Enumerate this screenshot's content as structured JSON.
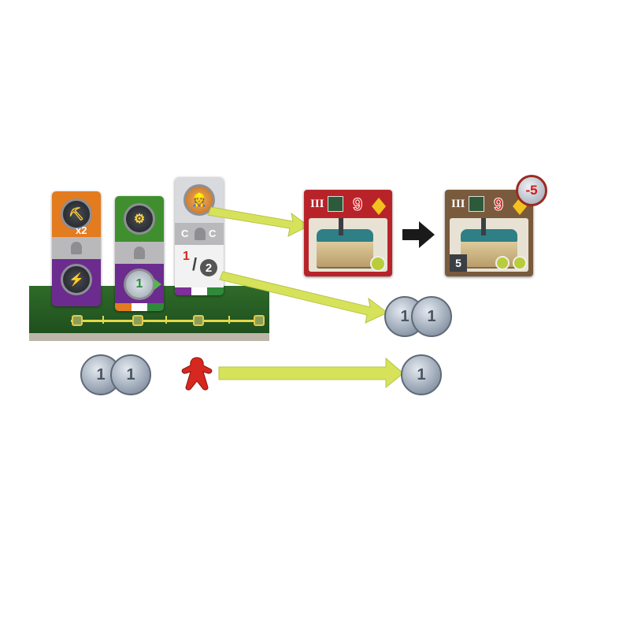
{
  "colors": {
    "arrow_yellow": "#d6e35a",
    "arrow_black": "#1a1a1a",
    "board_green": "#2f6b2a",
    "tile_red": "#b8232a",
    "tile_brown": "#7a5a3c",
    "meeple_red": "#d6281e"
  },
  "worker_cards": [
    {
      "top_icon": "pickaxe-icon",
      "multiplier": "x2",
      "bottom_icon": "lightning-icon",
      "stripe_colors": [
        "#7d2f9a",
        "#7d2f9a",
        "#7d2f9a"
      ]
    },
    {
      "top_icon": "gear-icon",
      "bottom_value": "1",
      "bottom_icon": "arrow-right-icon",
      "stripe_colors": [
        "#e37b1f",
        "#ffffff",
        "#2f8a3a"
      ]
    },
    {
      "top_icon": "worker-icon",
      "mid_left": "C",
      "mid_right": "C",
      "fraction_top": "1",
      "fraction_bottom": "2",
      "stripe_colors": [
        "#7d2f9a",
        "#ffffff",
        "#2f8a3a"
      ]
    }
  ],
  "tile_before": {
    "level": "III",
    "power": "9"
  },
  "tile_after": {
    "level": "III",
    "power": "9",
    "workers": "5",
    "penalty": "-5"
  },
  "coins": {
    "value": "1"
  }
}
